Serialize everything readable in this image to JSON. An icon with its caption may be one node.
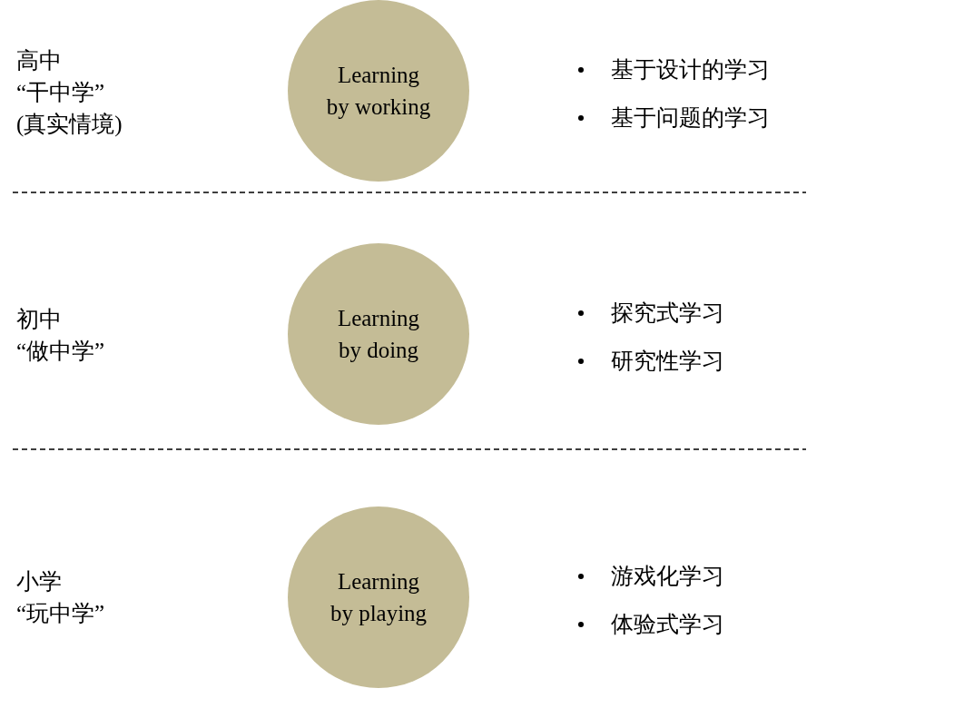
{
  "diagram": {
    "nodes": [
      {
        "text": [
          "Learning by working"
        ]
      },
      {
        "text": [
          "Learning by doing"
        ]
      },
      {
        "text": [
          "Learning by playing"
        ]
      }
    ],
    "labels": [
      "高中",
      "“干中学”",
      "(真实情境)",
      "基于设计的学习",
      "基于问题的学习",
      "初中",
      "“做中学”",
      "探究式学习",
      "研究性学习",
      "小学",
      "“玩中学”",
      "游戏化学习",
      "体验式学习"
    ]
  }
}
